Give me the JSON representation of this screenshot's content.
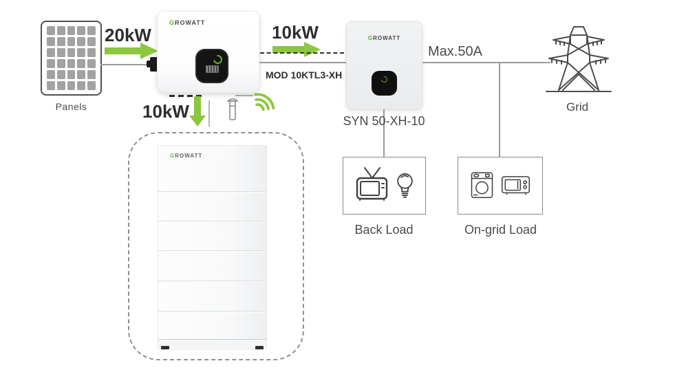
{
  "brand": {
    "g": "G",
    "rest": "ROWATT"
  },
  "flows": {
    "pv": "20kW",
    "to_syn": "10kW",
    "to_battery": "10kW",
    "grid_limit": "Max.50A"
  },
  "models": {
    "inverter": "MOD 10KTL3-XH",
    "syn": "SYN 50-XH-10"
  },
  "labels": {
    "panels": "Panels",
    "grid": "Grid",
    "back_load": "Back Load",
    "on_grid_load": "On-grid Load"
  },
  "colors": {
    "flow_green": "#8dc63f",
    "logo_green": "#55ad31",
    "line_gray": "#9a9a9a",
    "text_dark": "#2d2d2d",
    "text_gray": "#4a4a4a"
  }
}
